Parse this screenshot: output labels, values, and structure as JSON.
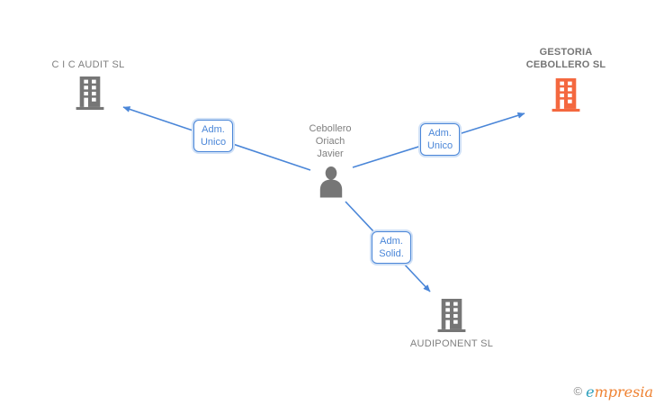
{
  "colors": {
    "edge_blue": "#4a86d8",
    "node_gray": "#767676",
    "text_gray": "#7f7f7f",
    "highlight_orange": "#f4683f",
    "logo_copyright_gray": "#8d8d8d",
    "logo_teal": "#2b9fbc",
    "logo_orange": "#ef8232"
  },
  "nodes": {
    "person": {
      "line1": "Cebollero",
      "line2": "Oriach",
      "line3": "Javier"
    },
    "company_top_left": {
      "name": "C I C AUDIT SL"
    },
    "company_top_right": {
      "line1": "GESTORIA",
      "line2": "CEBOLLERO SL"
    },
    "company_bottom": {
      "name": "AUDIPONENT SL"
    }
  },
  "edges": {
    "left": {
      "line1": "Adm.",
      "line2": "Unico"
    },
    "right": {
      "line1": "Adm.",
      "line2": "Unico"
    },
    "bottom": {
      "line1": "Adm.",
      "line2": "Solid."
    }
  },
  "watermark": {
    "symbol": "©",
    "brand_first_letter": "e",
    "brand_rest": "mpresia"
  }
}
